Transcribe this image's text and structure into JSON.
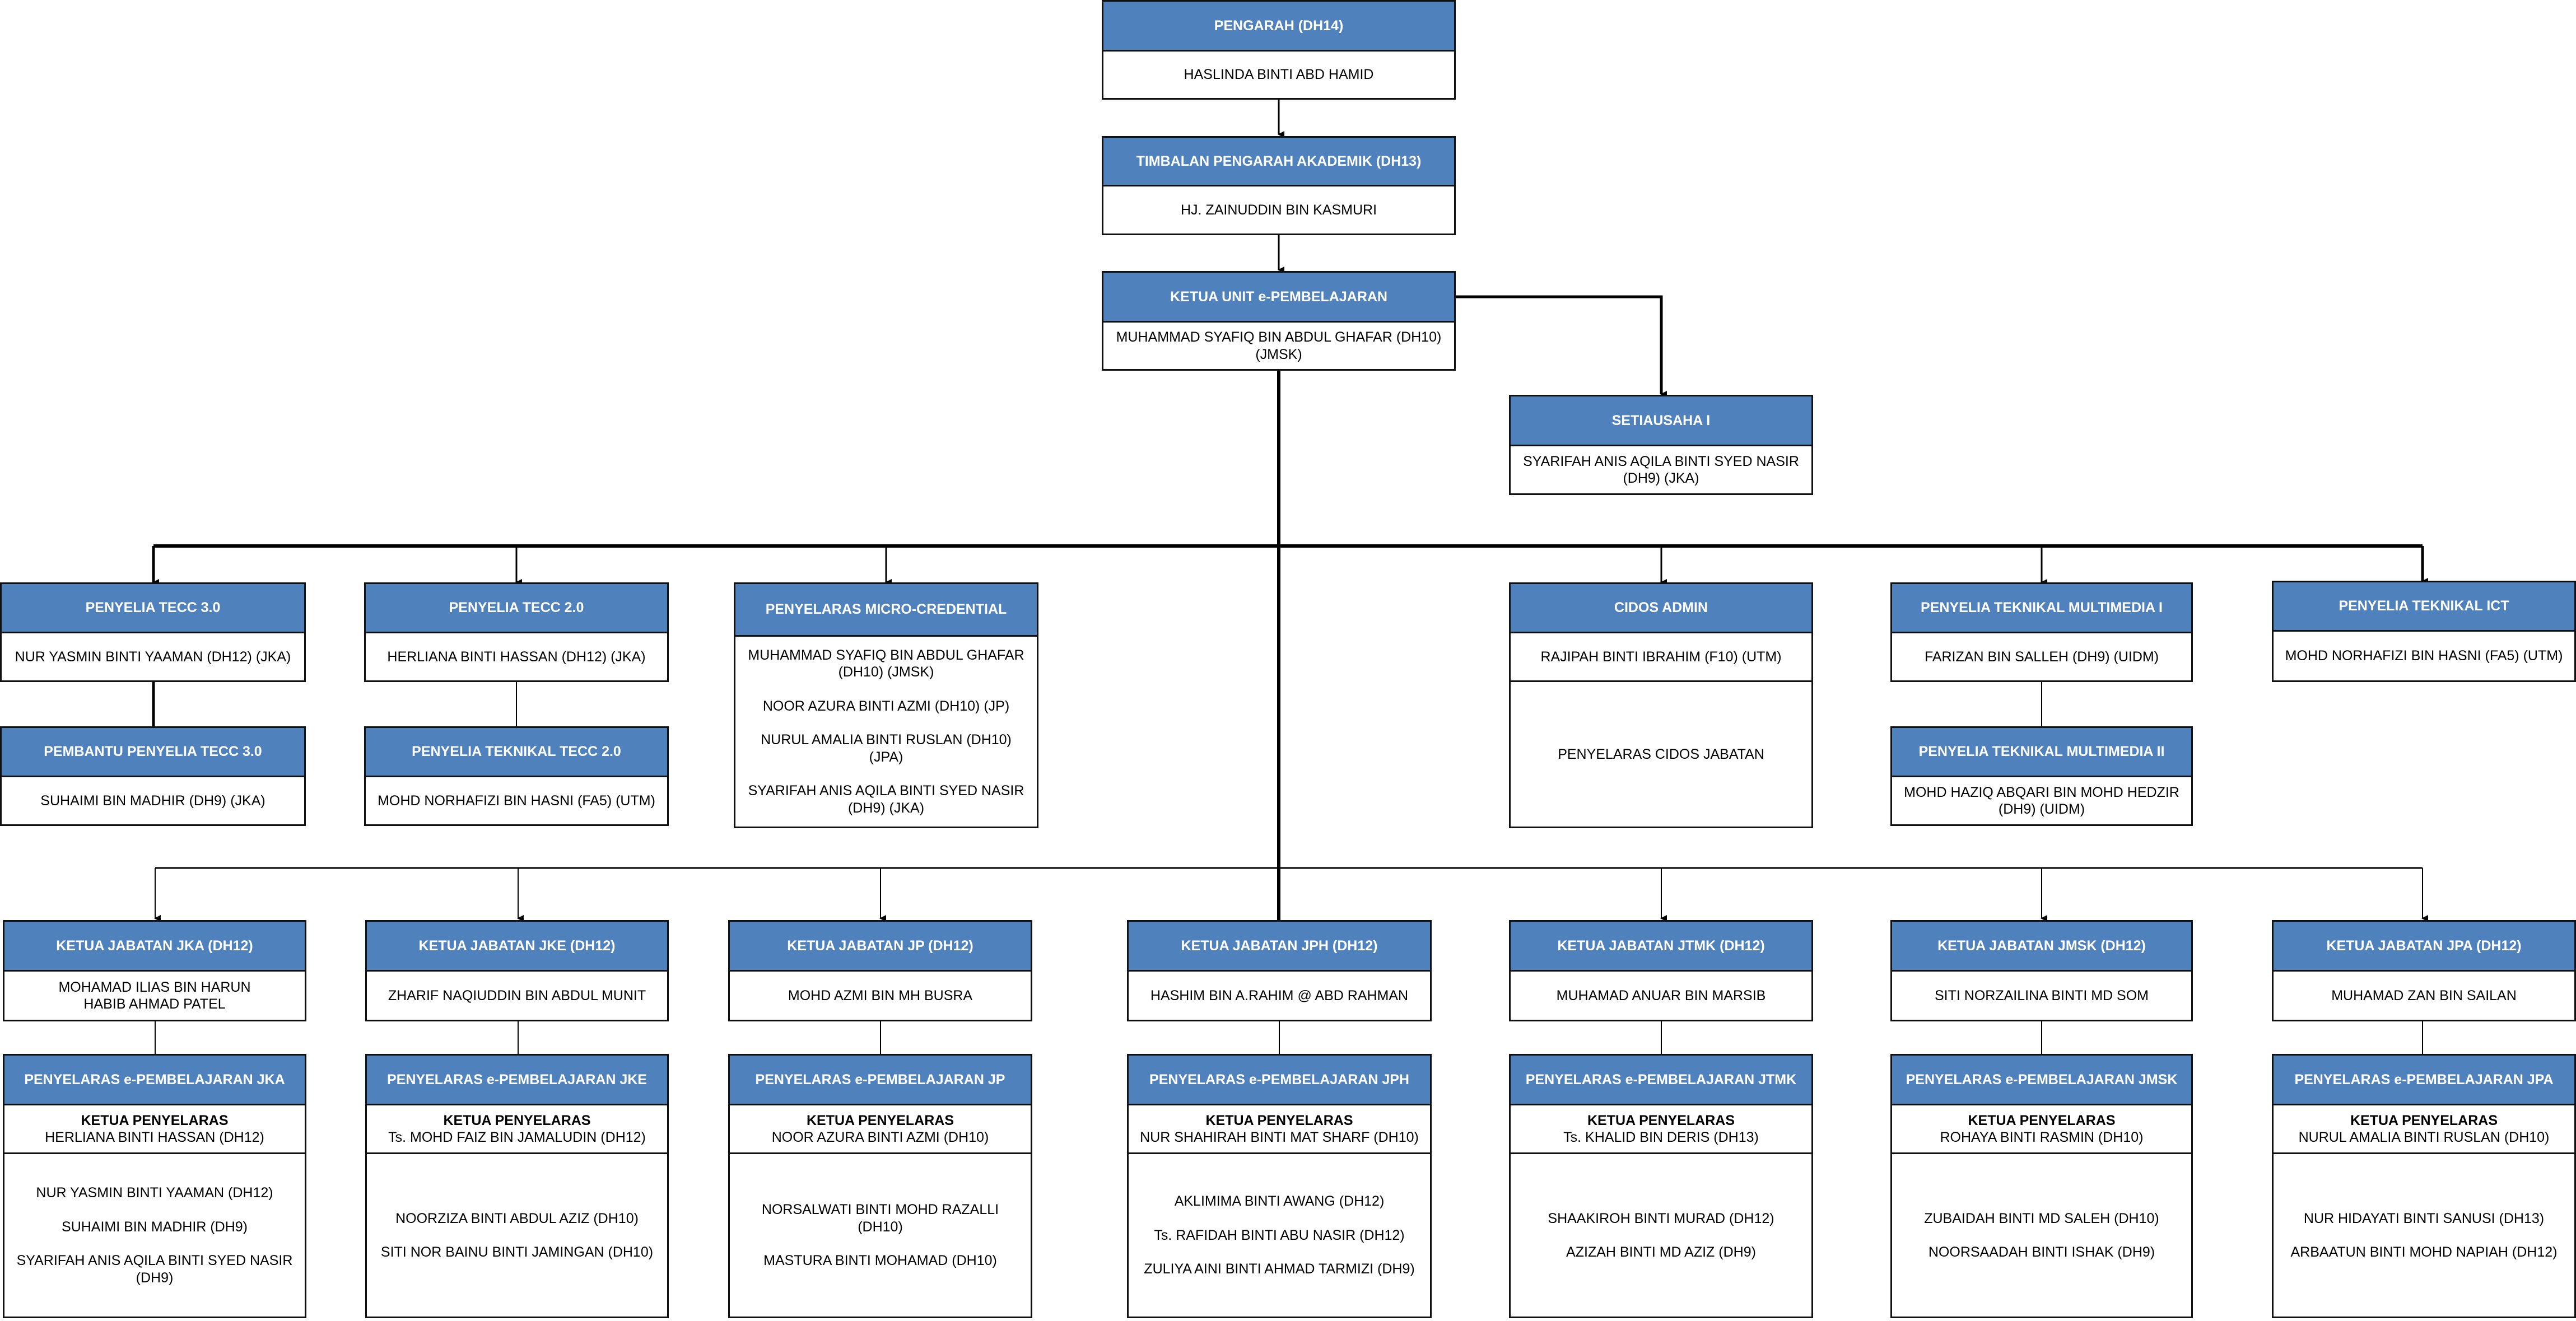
{
  "colors": {
    "header_fill": "#4f81bd",
    "header_text": "#ffffff",
    "border": "#111111",
    "line": "#000000"
  },
  "top": [
    {
      "title": "PENGARAH (DH14)",
      "name": [
        "HASLINDA BINTI ABD HAMID"
      ]
    },
    {
      "title": "TIMBALAN PENGARAH AKADEMIK (DH13)",
      "name": [
        "HJ. ZAINUDDIN BIN KASMURI"
      ]
    },
    {
      "title": "KETUA UNIT e-PEMBELAJARAN",
      "name": [
        "MUHAMMAD SYAFIQ BIN ABDUL GHAFAR (DH10)",
        "(JMSK)"
      ]
    }
  ],
  "setiausaha": {
    "title": "SETIAUSAHA I",
    "name": [
      "SYARIFAH ANIS AQILA BINTI SYED NASIR",
      "(DH9) (JKA)"
    ]
  },
  "level3": [
    {
      "title": "PENYELIA TECC 3.0",
      "name": [
        "NUR YASMIN BINTI YAAMAN (DH12) (JKA)"
      ],
      "sub": {
        "title": "PEMBANTU PENYELIA TECC 3.0",
        "name": [
          "SUHAIMI BIN MADHIR (DH9) (JKA)"
        ]
      }
    },
    {
      "title": "PENYELIA TECC 2.0",
      "name": [
        "HERLIANA BINTI HASSAN (DH12) (JKA)"
      ],
      "sub": {
        "title": "PENYELIA TEKNIKAL TECC 2.0",
        "name": [
          "MOHD NORHAFIZI BIN HASNI (FA5) (UTM)"
        ]
      }
    },
    {
      "title": "PENYELARAS MICRO-CREDENTIAL",
      "people": [
        [
          "MUHAMMAD SYAFIQ BIN ABDUL GHAFAR",
          "(DH10) (JMSK)"
        ],
        [
          "NOOR AZURA BINTI AZMI (DH10) (JP)"
        ],
        [
          "NURUL AMALIA BINTI RUSLAN (DH10)",
          "(JPA)"
        ],
        [
          "SYARIFAH ANIS AQILA BINTI SYED NASIR",
          "(DH9) (JKA)"
        ]
      ]
    },
    {
      "title": "CIDOS ADMIN",
      "name": [
        "RAJIPAH BINTI IBRAHIM (F10) (UTM)"
      ],
      "extra": [
        "PENYELARAS CIDOS JABATAN"
      ]
    },
    {
      "title": "PENYELIA TEKNIKAL MULTIMEDIA I",
      "name": [
        "FARIZAN BIN SALLEH (DH9) (UIDM)"
      ],
      "sub": {
        "title": "PENYELIA TEKNIKAL MULTIMEDIA II",
        "name": [
          "MOHD HAZIQ ABQARI BIN MOHD HEDZIR",
          "(DH9) (UIDM)"
        ]
      }
    },
    {
      "title": "PENYELIA TEKNIKAL ICT",
      "name": [
        "MOHD NORHAFIZI BIN HASNI (FA5) (UTM)"
      ]
    }
  ],
  "departments": [
    {
      "title": "KETUA JABATAN JKA (DH12)",
      "head": [
        "MOHAMAD ILIAS BIN HARUN",
        "HABIB AHMAD PATEL"
      ],
      "coord_title": "PENYELARAS e-PEMBELAJARAN JKA",
      "lead_label": "KETUA PENYELARAS",
      "lead": "HERLIANA BINTI HASSAN (DH12)",
      "members": [
        [
          "NUR YASMIN BINTI YAAMAN (DH12)"
        ],
        [
          "SUHAIMI BIN MADHIR (DH9)"
        ],
        [
          "SYARIFAH ANIS AQILA BINTI SYED NASIR",
          "(DH9)"
        ]
      ]
    },
    {
      "title": "KETUA JABATAN JKE (DH12)",
      "head": [
        "ZHARIF NAQIUDDIN BIN ABDUL MUNIT"
      ],
      "coord_title": "PENYELARAS e-PEMBELAJARAN JKE",
      "lead_label": "KETUA PENYELARAS",
      "lead": "Ts. MOHD FAIZ BIN JAMALUDIN (DH12)",
      "members": [
        [
          "NOORZIZA BINTI ABDUL AZIZ (DH10)"
        ],
        [
          "SITI NOR BAINU BINTI JAMINGAN (DH10)"
        ]
      ]
    },
    {
      "title": "KETUA JABATAN JP (DH12)",
      "head": [
        "MOHD AZMI BIN MH BUSRA"
      ],
      "coord_title": "PENYELARAS e-PEMBELAJARAN JP",
      "lead_label": "KETUA PENYELARAS",
      "lead": "NOOR AZURA BINTI AZMI (DH10)",
      "members": [
        [
          "NORSALWATI BINTI MOHD RAZALLI",
          "(DH10)"
        ],
        [
          "MASTURA BINTI MOHAMAD (DH10)"
        ]
      ]
    },
    {
      "title": "KETUA JABATAN JPH (DH12)",
      "head": [
        "HASHIM BIN A.RAHIM @ ABD RAHMAN"
      ],
      "coord_title": "PENYELARAS e-PEMBELAJARAN JPH",
      "lead_label": "KETUA PENYELARAS",
      "lead": "NUR SHAHIRAH BINTI MAT SHARF (DH10)",
      "members": [
        [
          "AKLIMIMA BINTI AWANG (DH12)"
        ],
        [
          "Ts. RAFIDAH BINTI ABU NASIR (DH12)"
        ],
        [
          "ZULIYA AINI BINTI AHMAD TARMIZI (DH9)"
        ]
      ]
    },
    {
      "title": "KETUA JABATAN JTMK (DH12)",
      "head": [
        "MUHAMAD ANUAR BIN MARSIB"
      ],
      "coord_title": "PENYELARAS e-PEMBELAJARAN JTMK",
      "lead_label": "KETUA PENYELARAS",
      "lead": "Ts. KHALID BIN DERIS (DH13)",
      "members": [
        [
          "SHAAKIROH BINTI MURAD (DH12)"
        ],
        [
          "AZIZAH BINTI MD AZIZ (DH9)"
        ]
      ]
    },
    {
      "title": "KETUA JABATAN JMSK (DH12)",
      "head": [
        "SITI NORZAILINA BINTI MD SOM"
      ],
      "coord_title": "PENYELARAS e-PEMBELAJARAN JMSK",
      "lead_label": "KETUA PENYELARAS",
      "lead": "ROHAYA BINTI RASMIN (DH10)",
      "members": [
        [
          "ZUBAIDAH BINTI MD SALEH (DH10)"
        ],
        [
          "NOORSAADAH BINTI ISHAK (DH9)"
        ]
      ]
    },
    {
      "title": "KETUA JABATAN JPA (DH12)",
      "head": [
        "MUHAMAD ZAN BIN SAILAN"
      ],
      "coord_title": "PENYELARAS e-PEMBELAJARAN JPA",
      "lead_label": "KETUA PENYELARAS",
      "lead": "NURUL AMALIA BINTI RUSLAN (DH10)",
      "members": [
        [
          "NUR HIDAYATI BINTI SANUSI (DH13)"
        ],
        [
          "ARBAATUN BINTI MOHD NAPIAH (DH12)"
        ]
      ]
    }
  ]
}
